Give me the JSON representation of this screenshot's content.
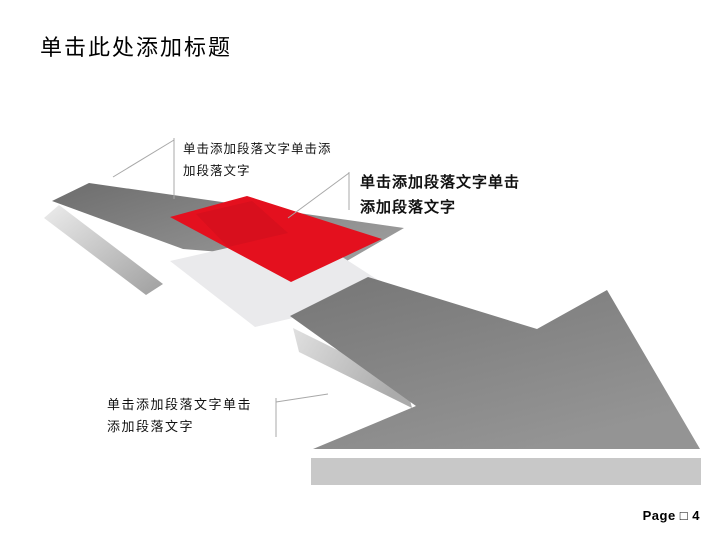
{
  "slide": {
    "title": "单击此处添加标题",
    "callout_top": {
      "line1": "单击添加段落文字单击添",
      "line2": "加段落文字"
    },
    "callout_right": {
      "line1": "单击添加段落文字单击",
      "line2": "添加段落文字"
    },
    "callout_bottom": {
      "line1": "单击添加段落文字单击",
      "line2": "添加段落文字"
    },
    "footer": {
      "label": "Page □ 4"
    },
    "colors": {
      "red_panel": "#e4101e",
      "red_panel_shadow": "#c60e1b",
      "light_step": "#eaeaec",
      "base_band": "#c8c8c8",
      "leader_line": "#a8a8a8"
    }
  }
}
